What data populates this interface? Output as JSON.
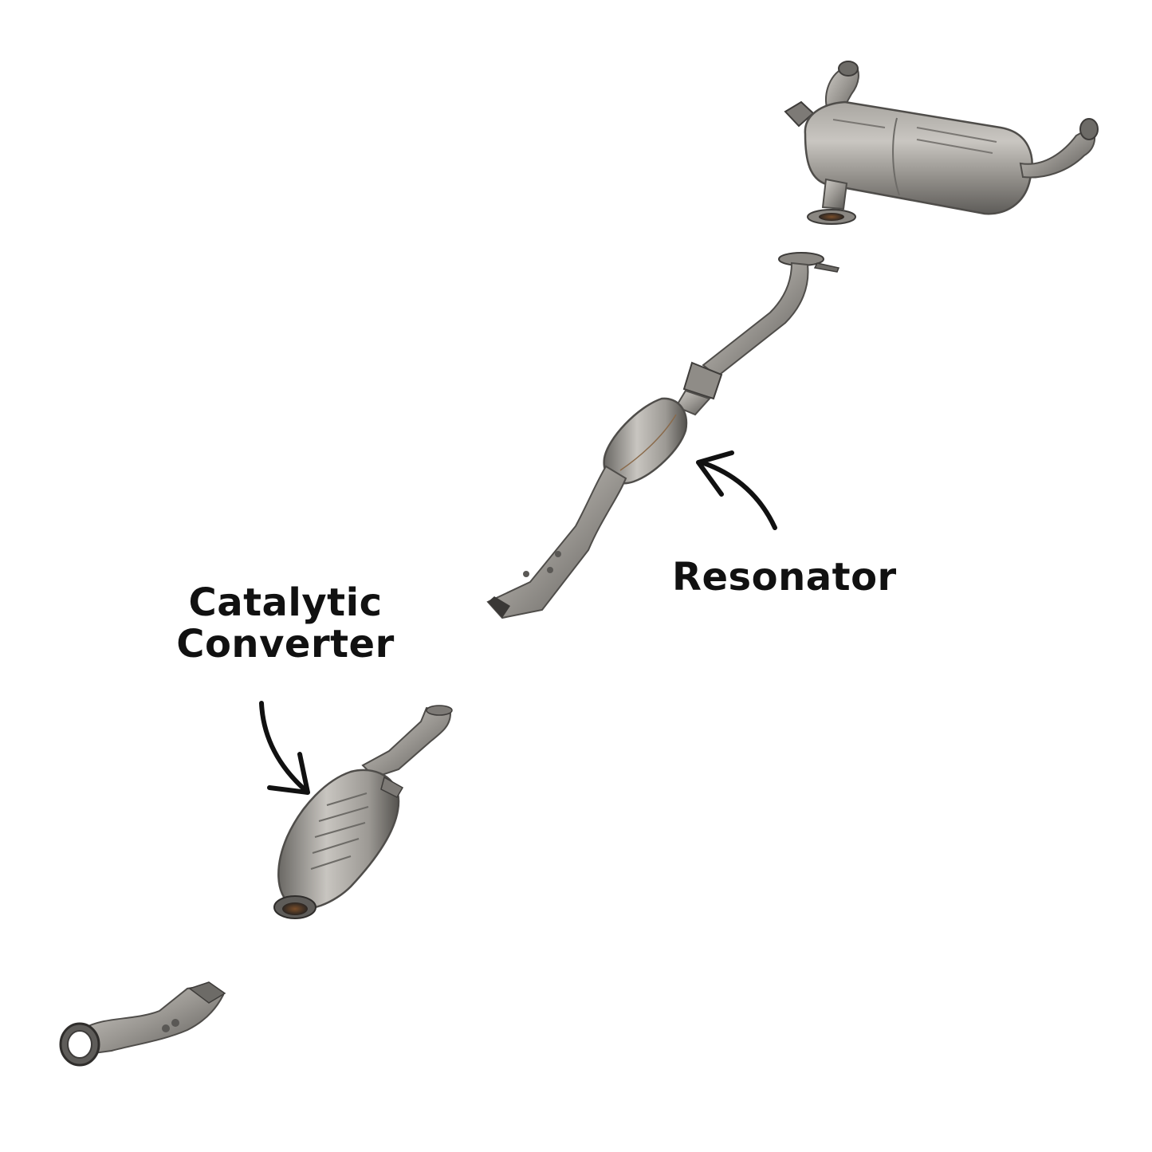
{
  "labels": {
    "resonator": "Resonator",
    "catalytic_line1": "Catalytic",
    "catalytic_line2": "Converter"
  },
  "parts": [
    {
      "name": "rear-muffler",
      "caption": ""
    },
    {
      "name": "mid-pipe-with-resonator",
      "caption": "Resonator"
    },
    {
      "name": "catalytic-converter",
      "caption": "Catalytic Converter"
    },
    {
      "name": "front-flex-pipe",
      "caption": ""
    }
  ],
  "colors": {
    "metal_light": "#b9b6b1",
    "metal_mid": "#8f8c87",
    "metal_dark": "#4f4d4a",
    "weld": "#8a6a4a",
    "label_text": "#111111",
    "arrow": "#111111",
    "background": "#ffffff"
  },
  "icons": {
    "resonator_arrow": "curved-arrow-icon",
    "catalytic_arrow": "curved-arrow-icon"
  }
}
